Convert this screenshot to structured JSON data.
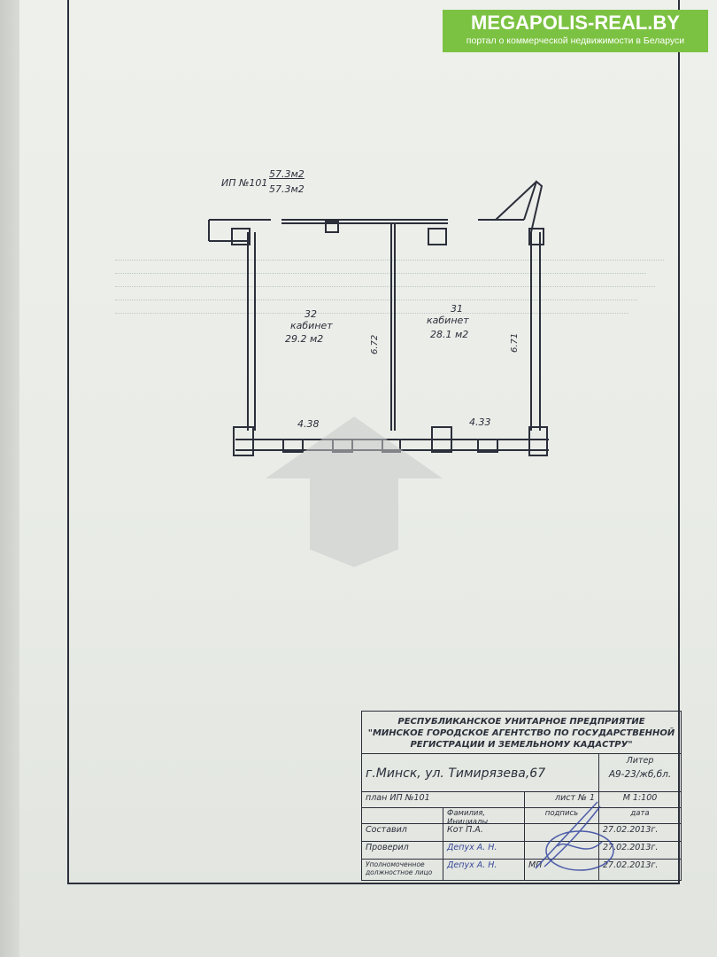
{
  "logo": {
    "title": "MEGAPOLIS-REAL.BY",
    "subtitle": "портал о коммерческой недвижимости в Беларуси",
    "color": "#7cc242"
  },
  "plan": {
    "id_label": "ИП №101",
    "area_total": "57.3м2",
    "area_useful": "57.3м2",
    "rooms": [
      {
        "number": "32",
        "name": "кабинет",
        "area": "29.2 м2"
      },
      {
        "number": "31",
        "name": "кабинет",
        "area": "28.1 м2"
      }
    ],
    "dimensions": {
      "room32_height": "6.72",
      "room31_height": "6.71",
      "room32_width": "4.38",
      "room31_width": "4.33"
    }
  },
  "title_block": {
    "organization": [
      "РЕСПУБЛИКАНСКОЕ УНИТАРНОЕ ПРЕДПРИЯТИЕ",
      "\"МИНСКОЕ ГОРОДСКОЕ АГЕНТСТВО ПО ГОСУДАРСТВЕННОЙ",
      "РЕГИСТРАЦИИ И ЗЕМЕЛЬНОМУ КАДАСТРУ\""
    ],
    "address": "г.Минск, ул. Тимирязева,67",
    "liter_label": "Литер",
    "liter_value": "А9-23/жб,бл.",
    "plan_label": "план ИП №101",
    "sheet_label": "лист № 1",
    "scale": "М 1:100",
    "header_name": "Фамилия, Инициалы",
    "header_sign": "подпись",
    "header_date": "дата",
    "rows": [
      {
        "role": "Составил",
        "name": "Кот П.А.",
        "date": "27.02.2013г."
      },
      {
        "role": "Проверил",
        "name": "Депух А. Н.",
        "date": "27.02.2013г."
      },
      {
        "role": "Уполномоченное должностное лицо",
        "name": "Депух А. Н.",
        "date": "27.02.2013г."
      }
    ],
    "stamp_mark": "МП"
  }
}
